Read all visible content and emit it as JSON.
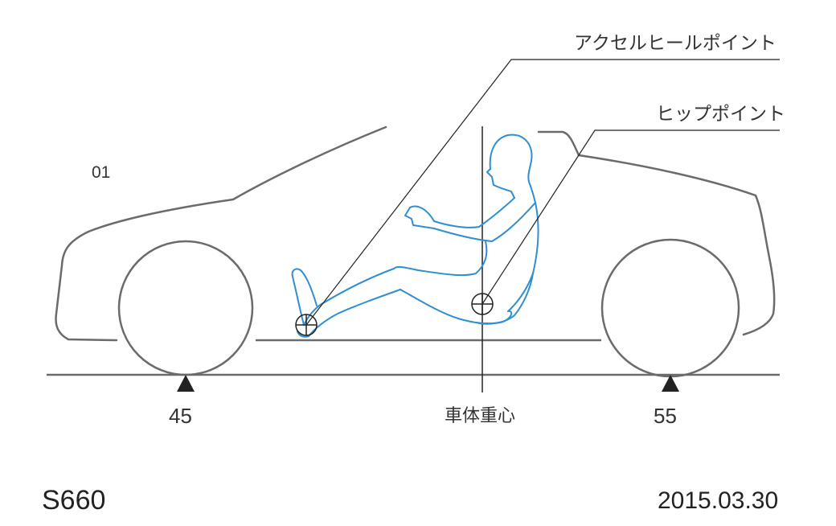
{
  "figure_label": "01",
  "callouts": {
    "accelerator_heel_point": "アクセルヒールポイント",
    "hip_point": "ヒップポイント"
  },
  "weight_distribution": {
    "front": "45",
    "rear": "55",
    "center_of_gravity_label": "車体重心"
  },
  "footer": {
    "model": "S660",
    "date": "2015.03.30"
  },
  "colors": {
    "body_line": "#6b6b6b",
    "driver_line": "#2f8fd0",
    "marker": "#222222",
    "text": "#333333"
  }
}
